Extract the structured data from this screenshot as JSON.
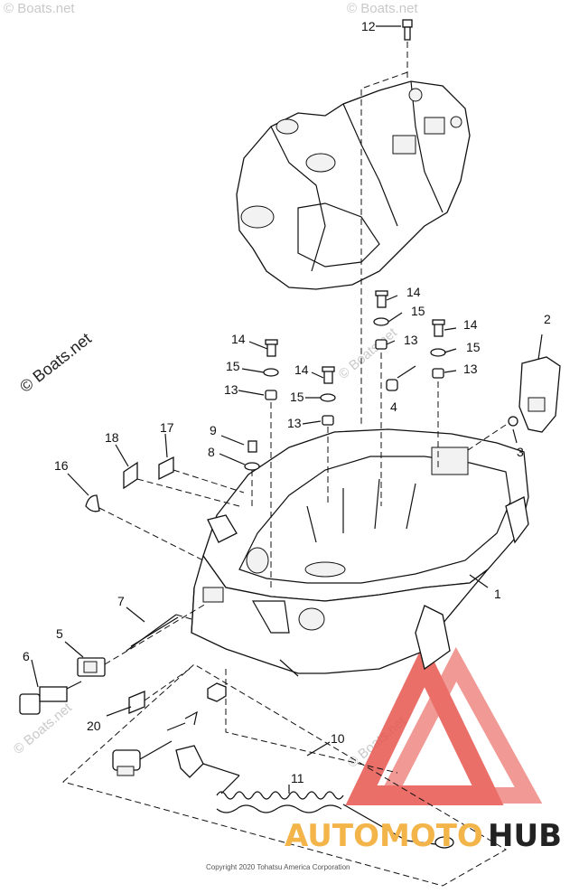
{
  "watermarks": {
    "boats": "© Boats.net"
  },
  "copyright": "Copyright 2020 Tohatsu America Corporation",
  "brand": {
    "part1": "AUTOMOTO",
    "part2": "HUB"
  },
  "colors": {
    "brand_red": "#e8564f",
    "brand_orange": "#f3b54a",
    "ink": "#111111"
  },
  "callouts": [
    "12",
    "14",
    "15",
    "13",
    "14",
    "15",
    "13",
    "14",
    "15",
    "13",
    "4",
    "14",
    "15",
    "13",
    "2",
    "3",
    "9",
    "8",
    "18",
    "17",
    "16",
    "1",
    "7",
    "5",
    "6",
    "20",
    "10",
    "11"
  ]
}
